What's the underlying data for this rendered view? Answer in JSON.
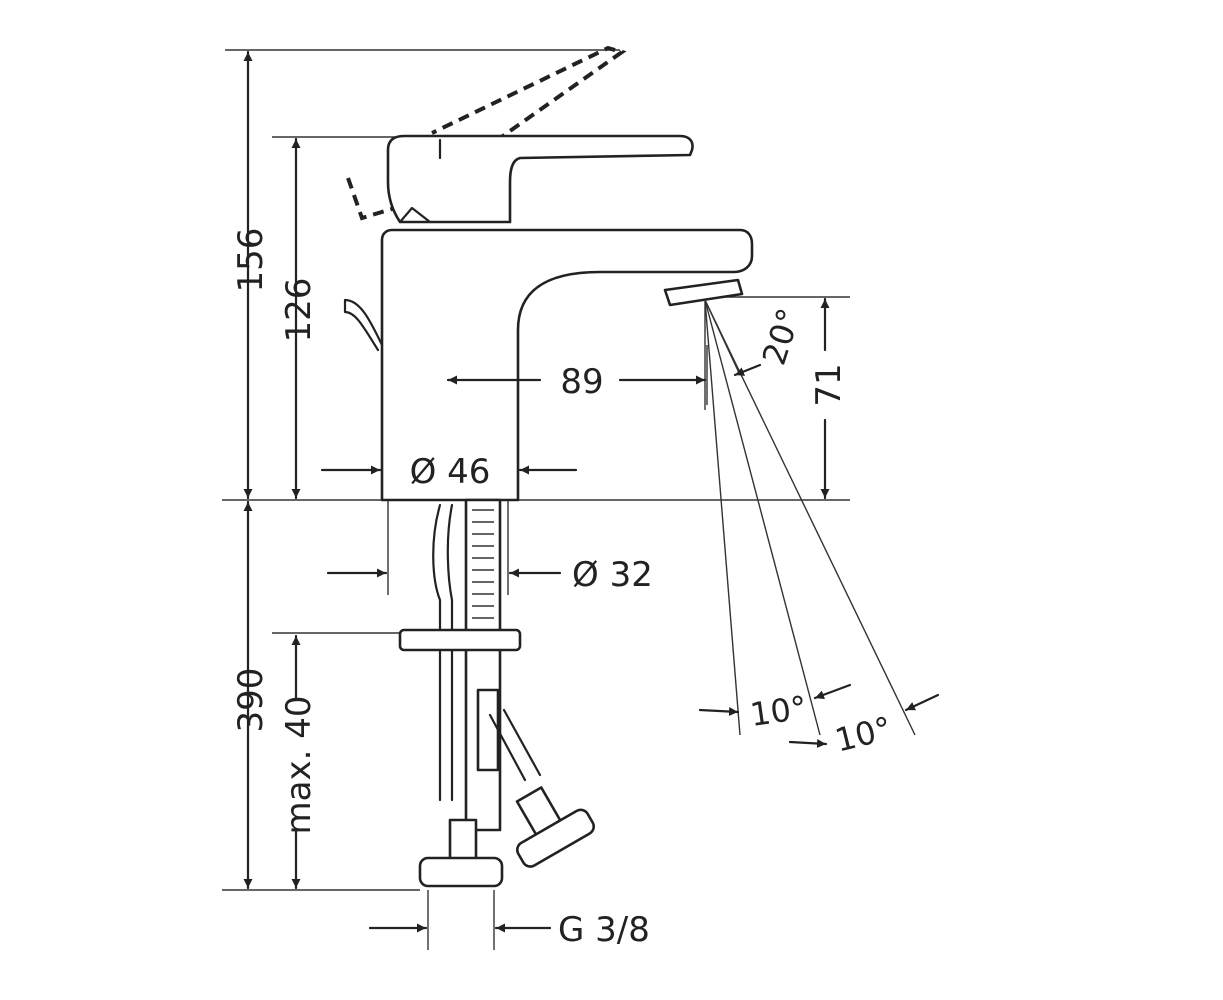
{
  "dimensions": {
    "total_height": "156",
    "body_height": "126",
    "spout_reach": "89",
    "spout_height": "71",
    "body_diameter": "Ø 46",
    "shank_diameter": "Ø 32",
    "below_deck_length": "390",
    "max_deck_thickness": "max. 40",
    "connection_thread": "G 3/8"
  },
  "angles": {
    "lever_angle": "20°",
    "spray_angle_left": "10°",
    "spray_angle_right": "10°"
  }
}
